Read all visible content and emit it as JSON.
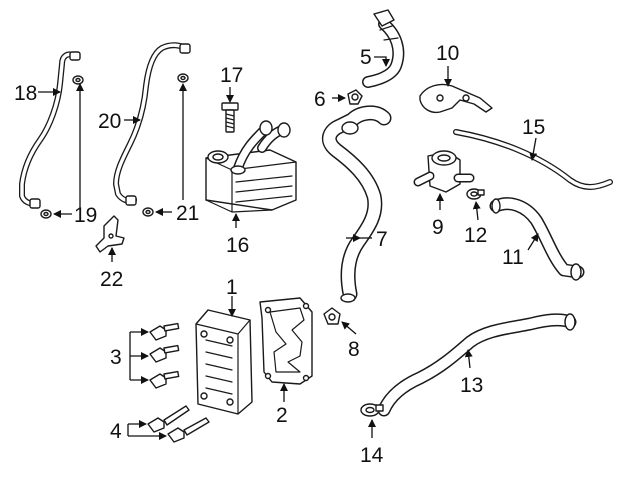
{
  "callouts": {
    "c1": "1",
    "c2": "2",
    "c3": "3",
    "c4": "4",
    "c5": "5",
    "c6": "6",
    "c7": "7",
    "c8": "8",
    "c9": "9",
    "c10": "10",
    "c11": "11",
    "c12": "12",
    "c13": "13",
    "c14": "14",
    "c15": "15",
    "c16": "16",
    "c17": "17",
    "c18": "18",
    "c19": "19",
    "c20": "20",
    "c21": "21",
    "c22": "22"
  },
  "colors": {
    "line": "#1a1a1a",
    "background": "#ffffff",
    "shade": "#d9d9d9"
  }
}
